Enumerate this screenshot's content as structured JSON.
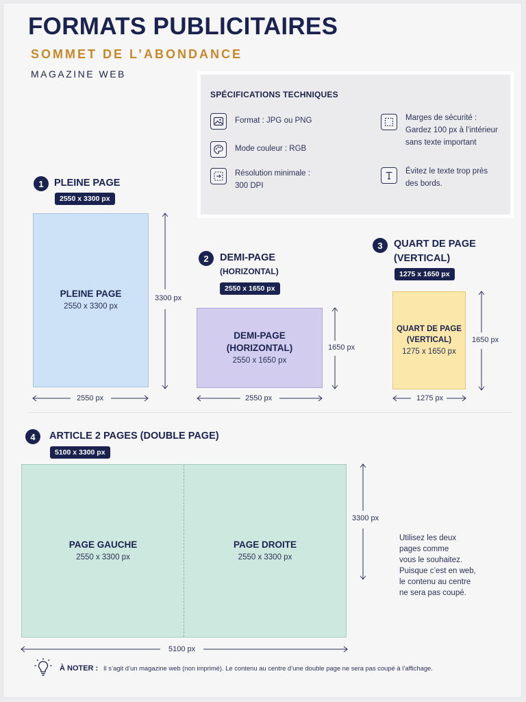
{
  "header": {
    "title": "FORMATS PUBLICITAIRES",
    "subtitle": "SOMMET DE L’ABONDANCE",
    "kicker": "MAGAZINE WEB"
  },
  "specs": {
    "title": "SPÉCIFICATIONS TECHNIQUES",
    "items": [
      {
        "icon": "image-icon",
        "lines": [
          "Format : JPG ou PNG"
        ]
      },
      {
        "icon": "palette-icon",
        "lines": [
          "Mode couleur : RGB"
        ]
      },
      {
        "icon": "resolution-icon",
        "lines": [
          "Résolution minimale :",
          "300 DPI"
        ]
      },
      {
        "icon": "safe-margin-icon",
        "lines": [
          "Marges de sécurité :",
          "Gardez 100 px à l’intérieur",
          "sans texte important"
        ]
      },
      {
        "icon": "text-icon",
        "lines": [
          "Évitez le texte trop près",
          "des bords."
        ]
      }
    ]
  },
  "formats": [
    {
      "number": "1",
      "title": "PLEINE PAGE",
      "pill": "2550 x 3300 px",
      "box_title": "PLEINE PAGE",
      "box_size": "2550 x 3300 px",
      "width_label": "2550 px",
      "height_label": "3300 px",
      "color": "#cde2f6"
    },
    {
      "number": "2",
      "title": "DEMI-PAGE",
      "subtitle": "(HORIZONTAL)",
      "pill": "2550 x 1650 px",
      "box_title_1": "DEMI-PAGE",
      "box_title_2": "(HORIZONTAL)",
      "box_size": "2550 x 1650 px",
      "width_label": "2550 px",
      "height_label": "1650 px",
      "color": "#d2cdef"
    },
    {
      "number": "3",
      "title_1": "QUART DE PAGE",
      "title_2": "(VERTICAL)",
      "pill": "1275 x 1650 px",
      "box_title_1": "QUART DE PAGE",
      "box_title_2": "(VERTICAL)",
      "box_size": "1275 x 1650 px",
      "width_label": "1275 px",
      "height_label": "1650 px",
      "color": "#fbe7a9"
    },
    {
      "number": "4",
      "title": "ARTICLE 2 PAGES (DOUBLE PAGE)",
      "pill": "5100 x 3300 px",
      "left_title": "PAGE GAUCHE",
      "left_size": "2550 x 3300 px",
      "right_title": "PAGE DROITE",
      "right_size": "2550 x 3300 px",
      "width_label": "5100 px",
      "height_label": "3300 px",
      "color": "#cde8de",
      "note": [
        "Utilisez les deux",
        "pages comme",
        "vous le souhaitez.",
        "Puisque c’est en web,",
        "le contenu au centre",
        "ne sera pas coupé."
      ]
    }
  ],
  "footer": {
    "label": "À NOTER :",
    "text": "Il s’agit d’un magazine web (non imprimé). Le contenu au centre d’une double page ne sera pas coupé à l’affichage."
  }
}
